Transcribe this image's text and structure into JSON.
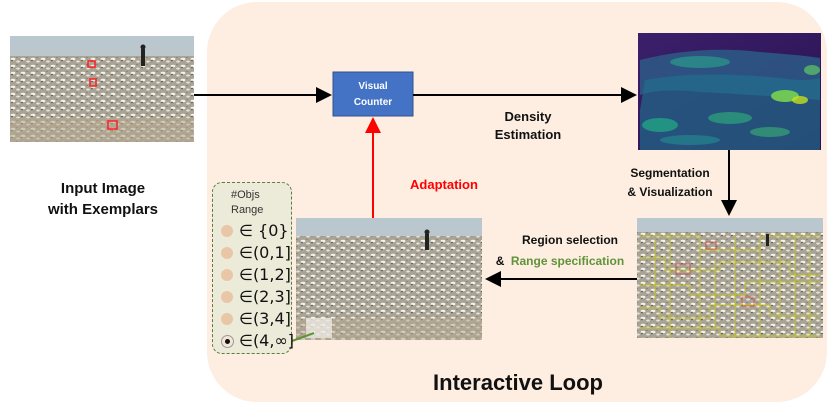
{
  "input_label": [
    "Input Image",
    "with Exemplars"
  ],
  "visual_counter": [
    "Visual",
    "Counter"
  ],
  "density_label": [
    "Density",
    "Estimation"
  ],
  "segmentation_label": [
    "Segmentation",
    "& Visualization"
  ],
  "region_selection": "Region selection",
  "range_prefix": "&",
  "range_spec": "Range specification",
  "adaptation_label": "Adaptation",
  "loop_title": "Interactive Loop",
  "range_panel": {
    "title_lines": [
      "#Objs",
      "Range"
    ],
    "options": [
      {
        "label": "∈ {0}",
        "selected": false
      },
      {
        "label": "∈(0,1]",
        "selected": false
      },
      {
        "label": "∈(1,2]",
        "selected": false
      },
      {
        "label": "∈(2,3]",
        "selected": false
      },
      {
        "label": "∈(3,4]",
        "selected": false
      },
      {
        "label": "∈(4,∞]",
        "selected": true
      }
    ]
  },
  "colors": {
    "loop_bg": "#fdeee1",
    "counter_box": "#4472c4",
    "adaptation": "#ff0000",
    "range_spec": "#5f9438",
    "arrow": "#000000"
  }
}
